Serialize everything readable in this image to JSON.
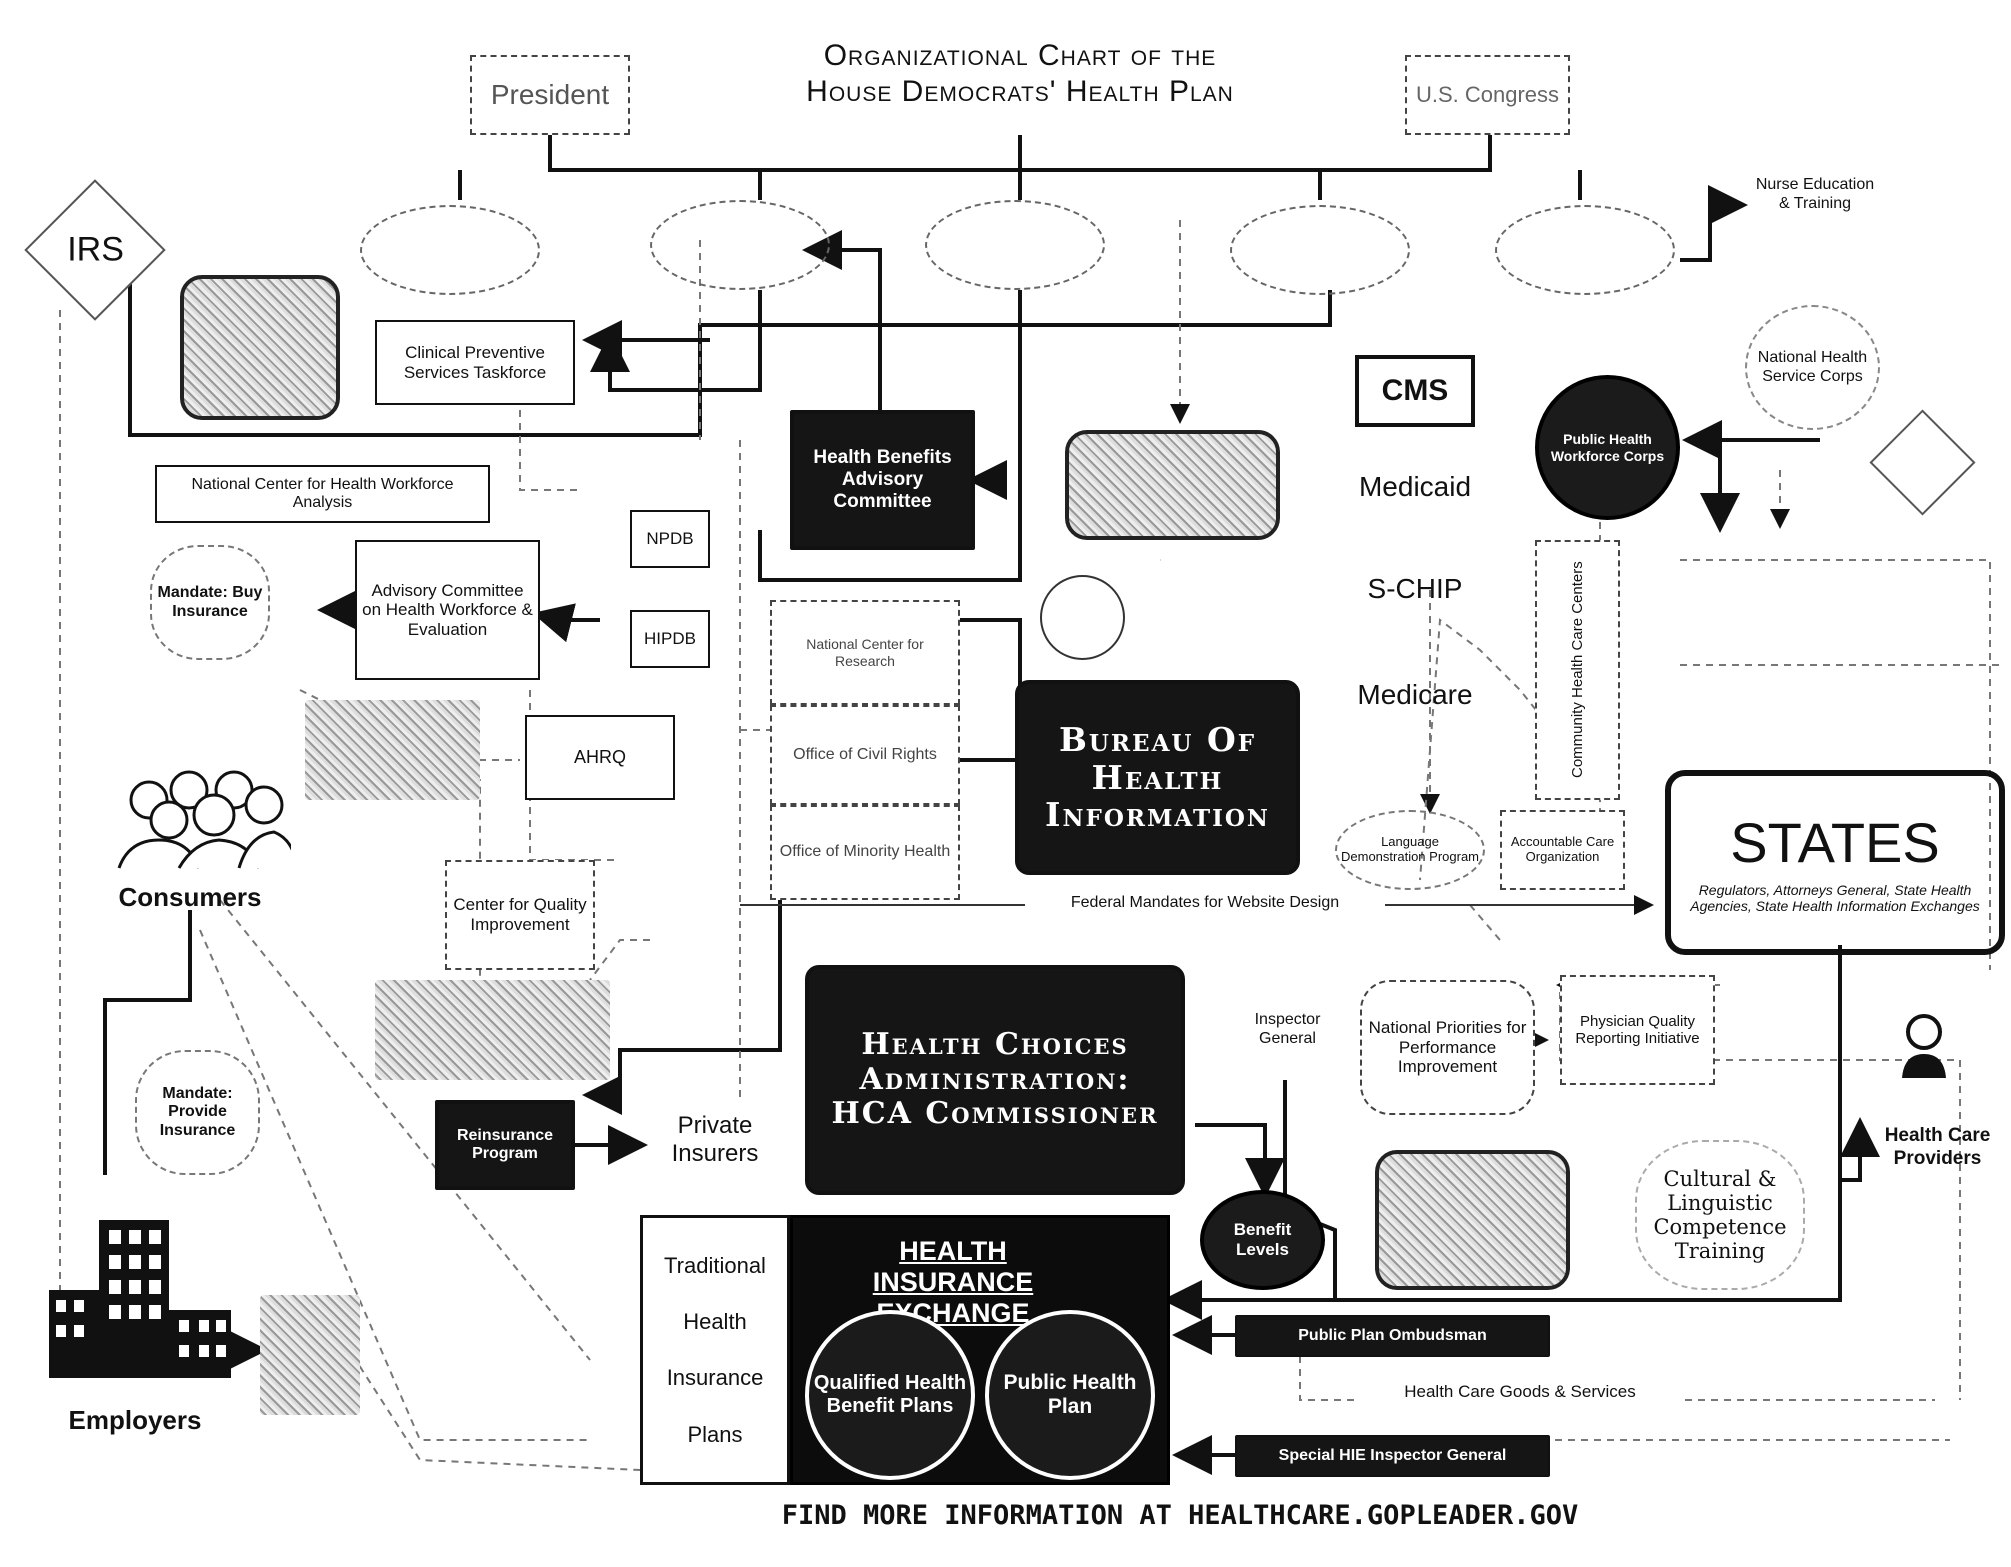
{
  "title": {
    "line1": "Organizational Chart of the",
    "line2": "House Democrats' Health Plan"
  },
  "nodes": {
    "president": "President",
    "congress": "U.S. Congress",
    "irs": "IRS",
    "clinical_preventive": "Clinical Preventive Services Taskforce",
    "national_center_workforce": "National Center for Health Workforce Analysis",
    "advisory_workforce": "Advisory Committee on Health Workforce & Evaluation",
    "mandate_buy": "Mandate: Buy Insurance",
    "health_benefits_advisory": "Health Benefits Advisory Committee",
    "npdb": "NPDB",
    "hipdb": "HIPDB",
    "national_center_research": "National Center for Research",
    "office_civil_rights": "Office of Civil Rights",
    "office_minority_health": "Office of Minority Health",
    "bureau": "Bureau Of Health Information",
    "ahrq": "AHRQ",
    "center_quality": "Center for Quality Improvement",
    "cms": "CMS",
    "medicaid": "Medicaid",
    "schip": "S-CHIP",
    "medicare": "Medicare",
    "language_demo": "Language Demonstration Program",
    "aco": "Accountable Care Organization",
    "public_health_corps": "Public Health Workforce Corps",
    "community_health_centers": "Community Health Care Centers",
    "nurse_education": "Nurse Education & Training",
    "nhsc": "National Health Service Corps",
    "states": "STATES",
    "states_sub": "Regulators, Attorneys General, State Health Agencies, State Health Information Exchanges",
    "consumers": "Consumers",
    "employers": "Employers",
    "mandate_provide": "Mandate: Provide Insurance",
    "federal_mandates": "Federal Mandates for Website Design",
    "inspector_general": "Inspector General",
    "national_priorities": "National Priorities for Performance Improvement",
    "physician_quality": "Physician Quality Reporting Initiative",
    "hca": "Health Choices Administration: HCA Commissioner",
    "reinsurance": "Reinsurance Program",
    "private_insurers": "Private Insurers",
    "benefit_levels": "Benefit Levels",
    "cultural_competence": "Cultural & Linguistic Competence Training",
    "health_care_providers": "Health Care Providers",
    "hie_title": "HEALTH INSURANCE EXCHANGE",
    "traditional_plans": [
      "Traditional",
      "Health",
      "Insurance",
      "Plans"
    ],
    "qualified_plans": "Qualified Health Benefit Plans",
    "public_plan": "Public Health Plan",
    "ombudsman": "Public Plan Ombudsman",
    "health_goods": "Health Care Goods & Services",
    "special_ig": "Special HIE Inspector General"
  },
  "footer": "FIND MORE INFORMATION AT HEALTHCARE.GOPLEADER.GOV"
}
